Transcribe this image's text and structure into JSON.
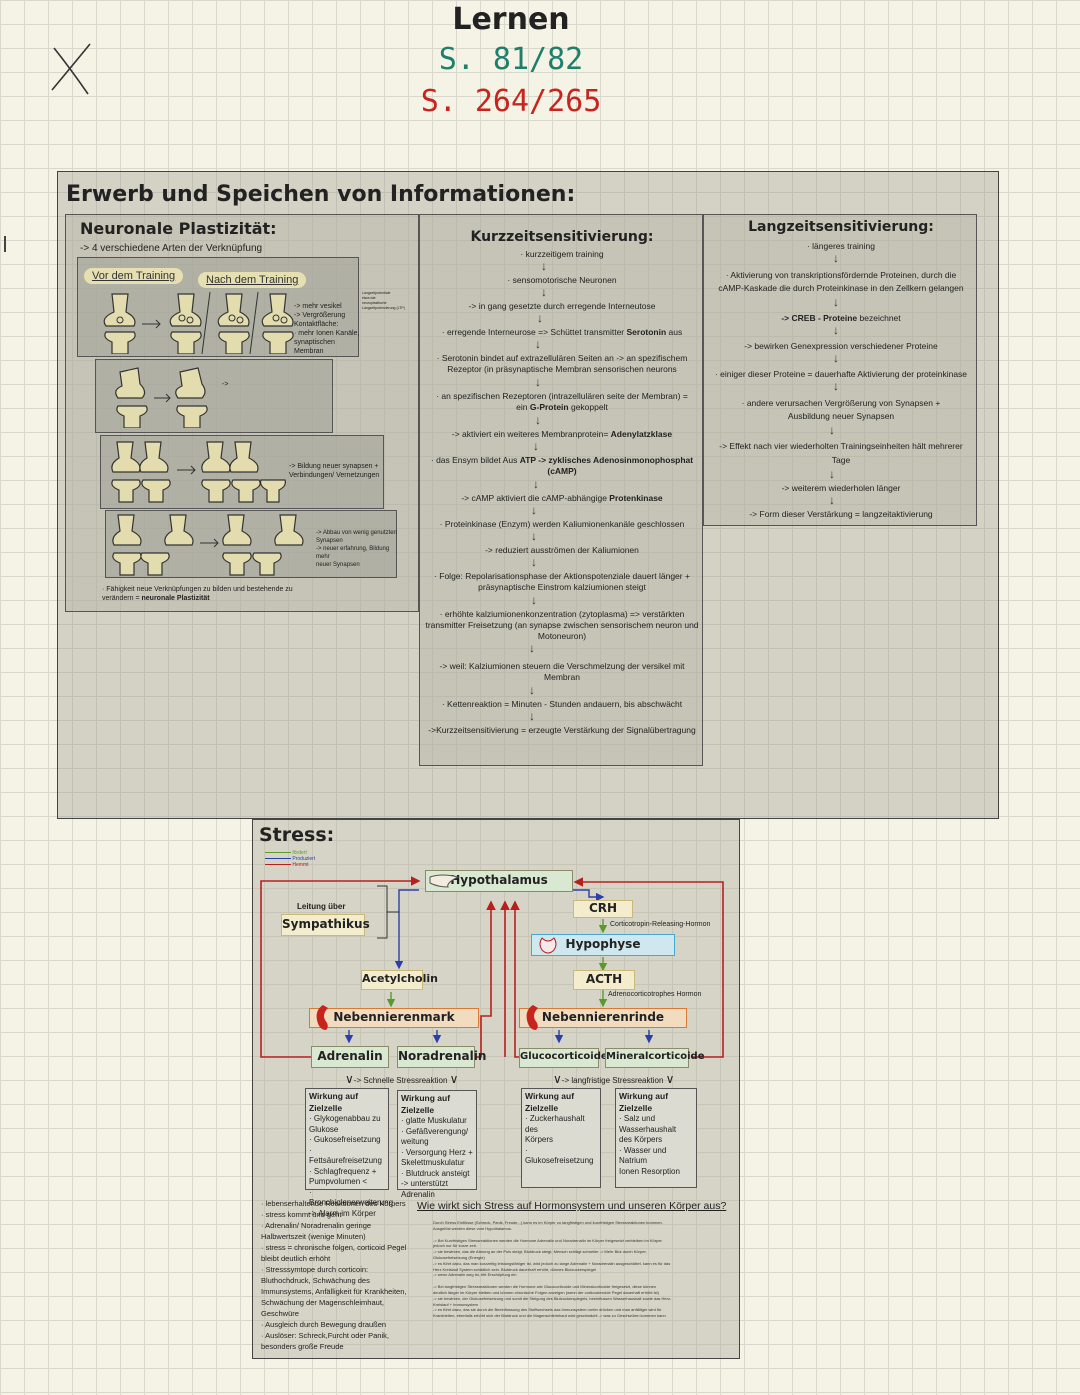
{
  "header": {
    "title": "Lernen",
    "pages_green": "S. 81/82",
    "pages_red": "S. 264/265"
  },
  "section1": {
    "title": "Erwerb und Speichen von Informationen:",
    "plast": {
      "title": "Neuronale Plastizität:",
      "intro": "-> 4 verschiedene Arten der Verknüpfung",
      "tag_before": "Vor dem Training",
      "tag_after": "Nach dem Training",
      "note1": [
        "-> mehr vesikel",
        "-> Vergrößerung",
        "Kontaktfläche:",
        "· mehr Ionen Kanäle,",
        "synaptischen Membran"
      ],
      "note1_side": [
        "Langzeitpotentiale",
        "etwa wie",
        "neuroplastische",
        "Langzeitpotenzierung (LTP)"
      ],
      "note2": "->",
      "note3": [
        "-> Bildung neuer synapsen +",
        "Verbindungen/ Vernetzungen"
      ],
      "note4": [
        "-> Abbau von wenig genutzten",
        "Synapsen",
        "-> neuer erfahrung, Bildung mehr",
        "neuer Synapsen"
      ],
      "footer1": "· Fähigkeit neue Verknüpfungen zu bilden und bestehende zu",
      "footer2a": "verändern = ",
      "footer2b": "neuronale Plastizität"
    },
    "kurz": {
      "title": "Kurzzeitsensitivierung:",
      "steps": [
        [
          "· kurzzeitigem training"
        ],
        [
          "· sensomotorische Neuronen"
        ],
        [
          "-> in gang gesetzte durch erregende Interneutose"
        ],
        [
          "· erregende Interneurose => Schüttet transmitter ",
          "Serotonin",
          " aus"
        ],
        [
          "· Serotonin bindet auf extrazellulären Seiten an -> an spezifischem",
          "Rezeptor (in präsynaptische Membran sensorischen neurons"
        ],
        [
          "· an spezifischen Rezeptoren (intrazellulären seite der Membran) = ein ",
          "G-Protein",
          " gekoppelt"
        ],
        [
          "-> aktiviert ein weiteres Membranprotein= ",
          "Adenylatzklase"
        ],
        [
          "· das Ensym bildet Aus ",
          "ATP -> zyklisches Adenosinmonophosphat (cAMP)"
        ],
        [
          "-> cAMP aktiviert die cAMP-abhängige ",
          "Protenkinase"
        ],
        [
          "· Proteinkinase (Enzym) werden Kaliumionenkanäle geschlossen"
        ],
        [
          "-> reduziert ausströmen der Kaliumionen"
        ],
        [
          "· Folge: Repolarisationsphase der Aktionspotenziale dauert länger +",
          "präsynaptische Einstrom kalziumionen steigt"
        ],
        [
          "· erhöhte kalziumionenkonzentration (zytoplasma) => verstärkten",
          "transmitter Freisetzung (an synapse zwischen sensorischem neuron und",
          "Motoneuron)"
        ],
        [
          "-> weil: Kalziumionen steuern die Verschmelzung der versikel mit",
          "Membran"
        ],
        [
          "· Kettenreaktion = Minuten - Stunden andauern, bis abschwächt"
        ],
        [
          "->Kurzzeitsensitivierung = erzeugte Verstärkung der Signalübertragung"
        ]
      ]
    },
    "lang": {
      "title": "Langzeitsensitivierung:",
      "s1": "· längeres training",
      "s2": "· Aktivierung von transkriptionsfördernde Proteinen, durch die cAMP-Kaskade die durch Proteinkinase in den Zellkern gelangen",
      "s3a": "-> CREB - Proteine",
      "s3b": " bezeichnet",
      "s4": "->  bewirken Genexpression verschiedener Proteine",
      "s5": "· einiger dieser Proteine = dauerhafte Aktivierung der proteinkinase",
      "s6": "·  andere verursachen Vergrößerung von Synapsen  + Ausbildung neuer Synapsen",
      "s7": "-> Effekt nach vier wiederholten Trainingseinheiten hält mehrerer Tage",
      "s8": "-> weiterem wiederholen länger",
      "s9": "-> Form dieser Verstärkung = langzeitaktivierung"
    }
  },
  "stress": {
    "title": "Stress:",
    "legend": [
      "fördert",
      "Produziert",
      "Hemmt"
    ],
    "hypothalamus": "Hypothalamus",
    "leitung": "Leitung über",
    "sympathikus": "Sympathikus",
    "crh": "CRH",
    "crh_full": "Corticotropin-Releasing-Hormon",
    "hypophyse": "Hypophyse",
    "acth": "ACTH",
    "acth_full": "Adrenocorticotrophes Hormon",
    "acetylcholin": "Acetylcholin",
    "mark": "Nebennierenmark",
    "rinde": "Nebennierenrinde",
    "adrenalin": "Adrenalin",
    "noradrenalin": "Noradrenalin",
    "gluco": "Glucocorticoide",
    "mineral": "Mineralcorticoide",
    "fast": "-> Schnelle Stressreaktion",
    "slow": "-> langfristige Stressreaktion",
    "eff_title": "Wirkung auf Zielzelle",
    "eff_adr": [
      "· Glykogenabbau zu",
      "Glukose",
      "· Gukosefreisetzung",
      "· Fettsäurefreisetzung",
      "· Schlagfrequenz +",
      "Pumpvolumen <",
      "· Bronchiolenerweiterung",
      "-> Alarm im Körper"
    ],
    "eff_nor": [
      "· glatte Muskulatur",
      "· Gefäßverengung/",
      "weitung",
      "· Versorgung Herz +",
      "Skelettmuskulatur",
      "· Blutdruck ansteigt",
      "-> unterstützt Adrenalin"
    ],
    "eff_glu": [
      "· Zuckerhaushalt des",
      "Körpers",
      "· Glukosefreisetzung"
    ],
    "eff_min": [
      "· Salz und Wasserhaushalt",
      "des Körpers",
      "· Wasser und Natrium",
      "Ionen Resorption"
    ],
    "notes": [
      "· lebenserhaltende Reaktionen des Körpers",
      "· stress kommt und geht",
      "· Adrenalin/ Noradrenalin geringe",
      "Halbwertszeit (wenige Minuten)",
      "· stress = chronische folgen, corticoid Pegel",
      "bleibt deutlich erhöht",
      "· Stresssymtope durch corticoin:",
      "Bluthochdruck, Schwächung des",
      "Immunsystems, Anfälligkeit für Krankheiten,",
      "Schwächung der Magenschleimhaut,",
      "Geschwüre",
      "· Ausgleich durch Bewegung draußen",
      "· Auslöser: Schreck,Furcht oder Panik,",
      "besonders große Freude"
    ],
    "question": "Wie wirkt sich Stress auf Hormonsystem und unseren Körper aus?",
    "answer": [
      "Durch Stress Einflüsse (Schreck, Panik, Freude,..) kann es im Körper zu langfristigen und kurzfristigen Stressreaktionen kommen.",
      "Ausgelöst werden diese vom Hypothalamus.",
      "",
      "-> Bei Kurzfristigen Stressreaktionen werden die Hormone Adrenalin und Noradrenalin im Körper freigesetzt verbleiben im Körper",
      "jedoch nur für kurze zeit.",
      "-> sie bewirken, das die Atmung an der Puls steigt, Blutdruck steigt, Mensch schlägt schneller -> Mehr Blut durch Körper,",
      "Glukosefreisetzung (Energie)",
      "-> es führt dazu, das man kurzzeitig leistungsfähiger ist, wird jedoch zu lange Adrenalin + Noradrenalin ausgeschüttet, kann es für das",
      "Herz Kreislauf System schädlich sein. Blutdruck dauerhaft erhöht, dünnes Blutzuckerspiegel",
      "-> wenn Adrenalin weg ist, tritt Erschöpfung ein",
      "",
      "-> Bei langfristigen Stressreaktionen werden die Hormone wie Glucocorticoide und Mineralcorticoide freigesetzt, diese können",
      "deutlich länger im Körper bleiben und können chronische Folgen anzeigen (wenn der corticosteroide Pegel dauerhaft erhöht ist)",
      "-> sie bewirken, der Glukosefreisetzung und somit die Steigung des Blutzuckerspiegels, beeinflussen Wasserhaushalt sowie das Herz-",
      "Kreislauf + Immunsystem",
      "-> es führt dazu, das sie durch die Beeinflussung des Stoffwechsels das Immunsystem runter drücken und man anfälliger wird für",
      "Krankheiten, ebenfalls erhöht sich der Blutdruck und die Magenschleimhaut wird geschwächt -> was zu Geschwüren kommen kann"
    ]
  }
}
